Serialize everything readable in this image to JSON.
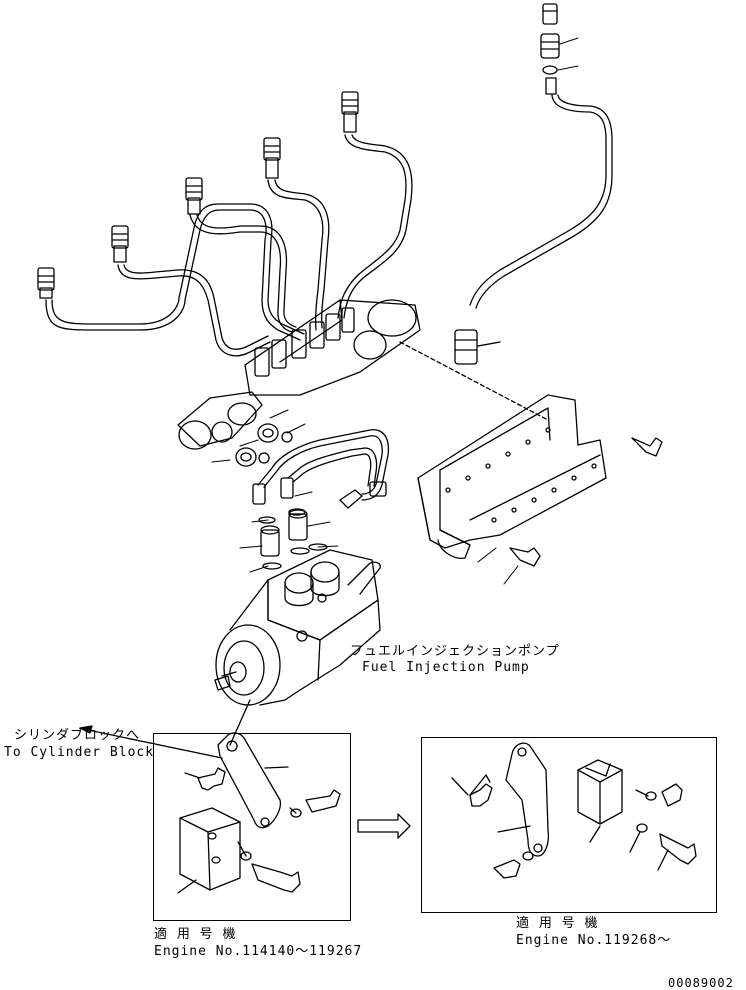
{
  "pump_label": {
    "japanese": "フュエルインジェクションポンプ",
    "english": "Fuel Injection Pump"
  },
  "cylinder_label": {
    "japanese": "シリンダブロックへ",
    "english": "To Cylinder Block"
  },
  "variant_left": {
    "applicable_label": "適 用 号 機",
    "engine_range": "Engine No.114140～119267"
  },
  "variant_right": {
    "applicable_label": "適 用 号 機",
    "engine_range": "Engine No.119268～"
  },
  "drawing_number": "00089002",
  "colors": {
    "line": "#000000",
    "background": "#ffffff"
  }
}
